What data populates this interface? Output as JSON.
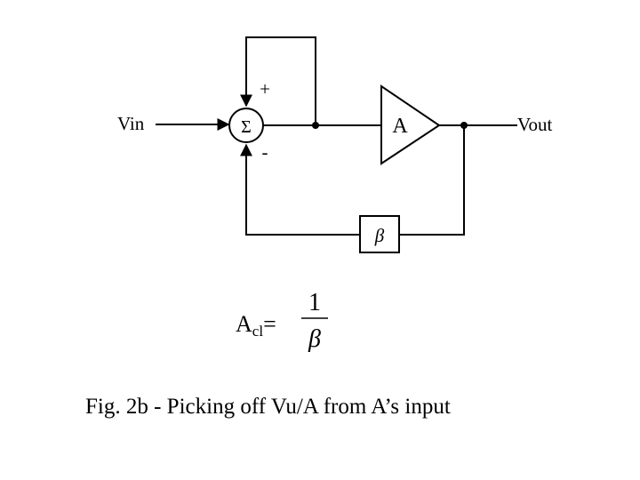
{
  "diagram": {
    "input_label": "Vin",
    "output_label": "Vout",
    "summer_symbol": "Σ",
    "plus_sign": "+",
    "minus_sign": "-",
    "amplifier_label": "A",
    "feedback_label": "β"
  },
  "formula": {
    "lhs_main": "A",
    "lhs_subscript": "cl",
    "equals": "=",
    "numerator": "1",
    "denominator": "β"
  },
  "caption": "Fig. 2b - Picking off Vu/A from A’s input"
}
